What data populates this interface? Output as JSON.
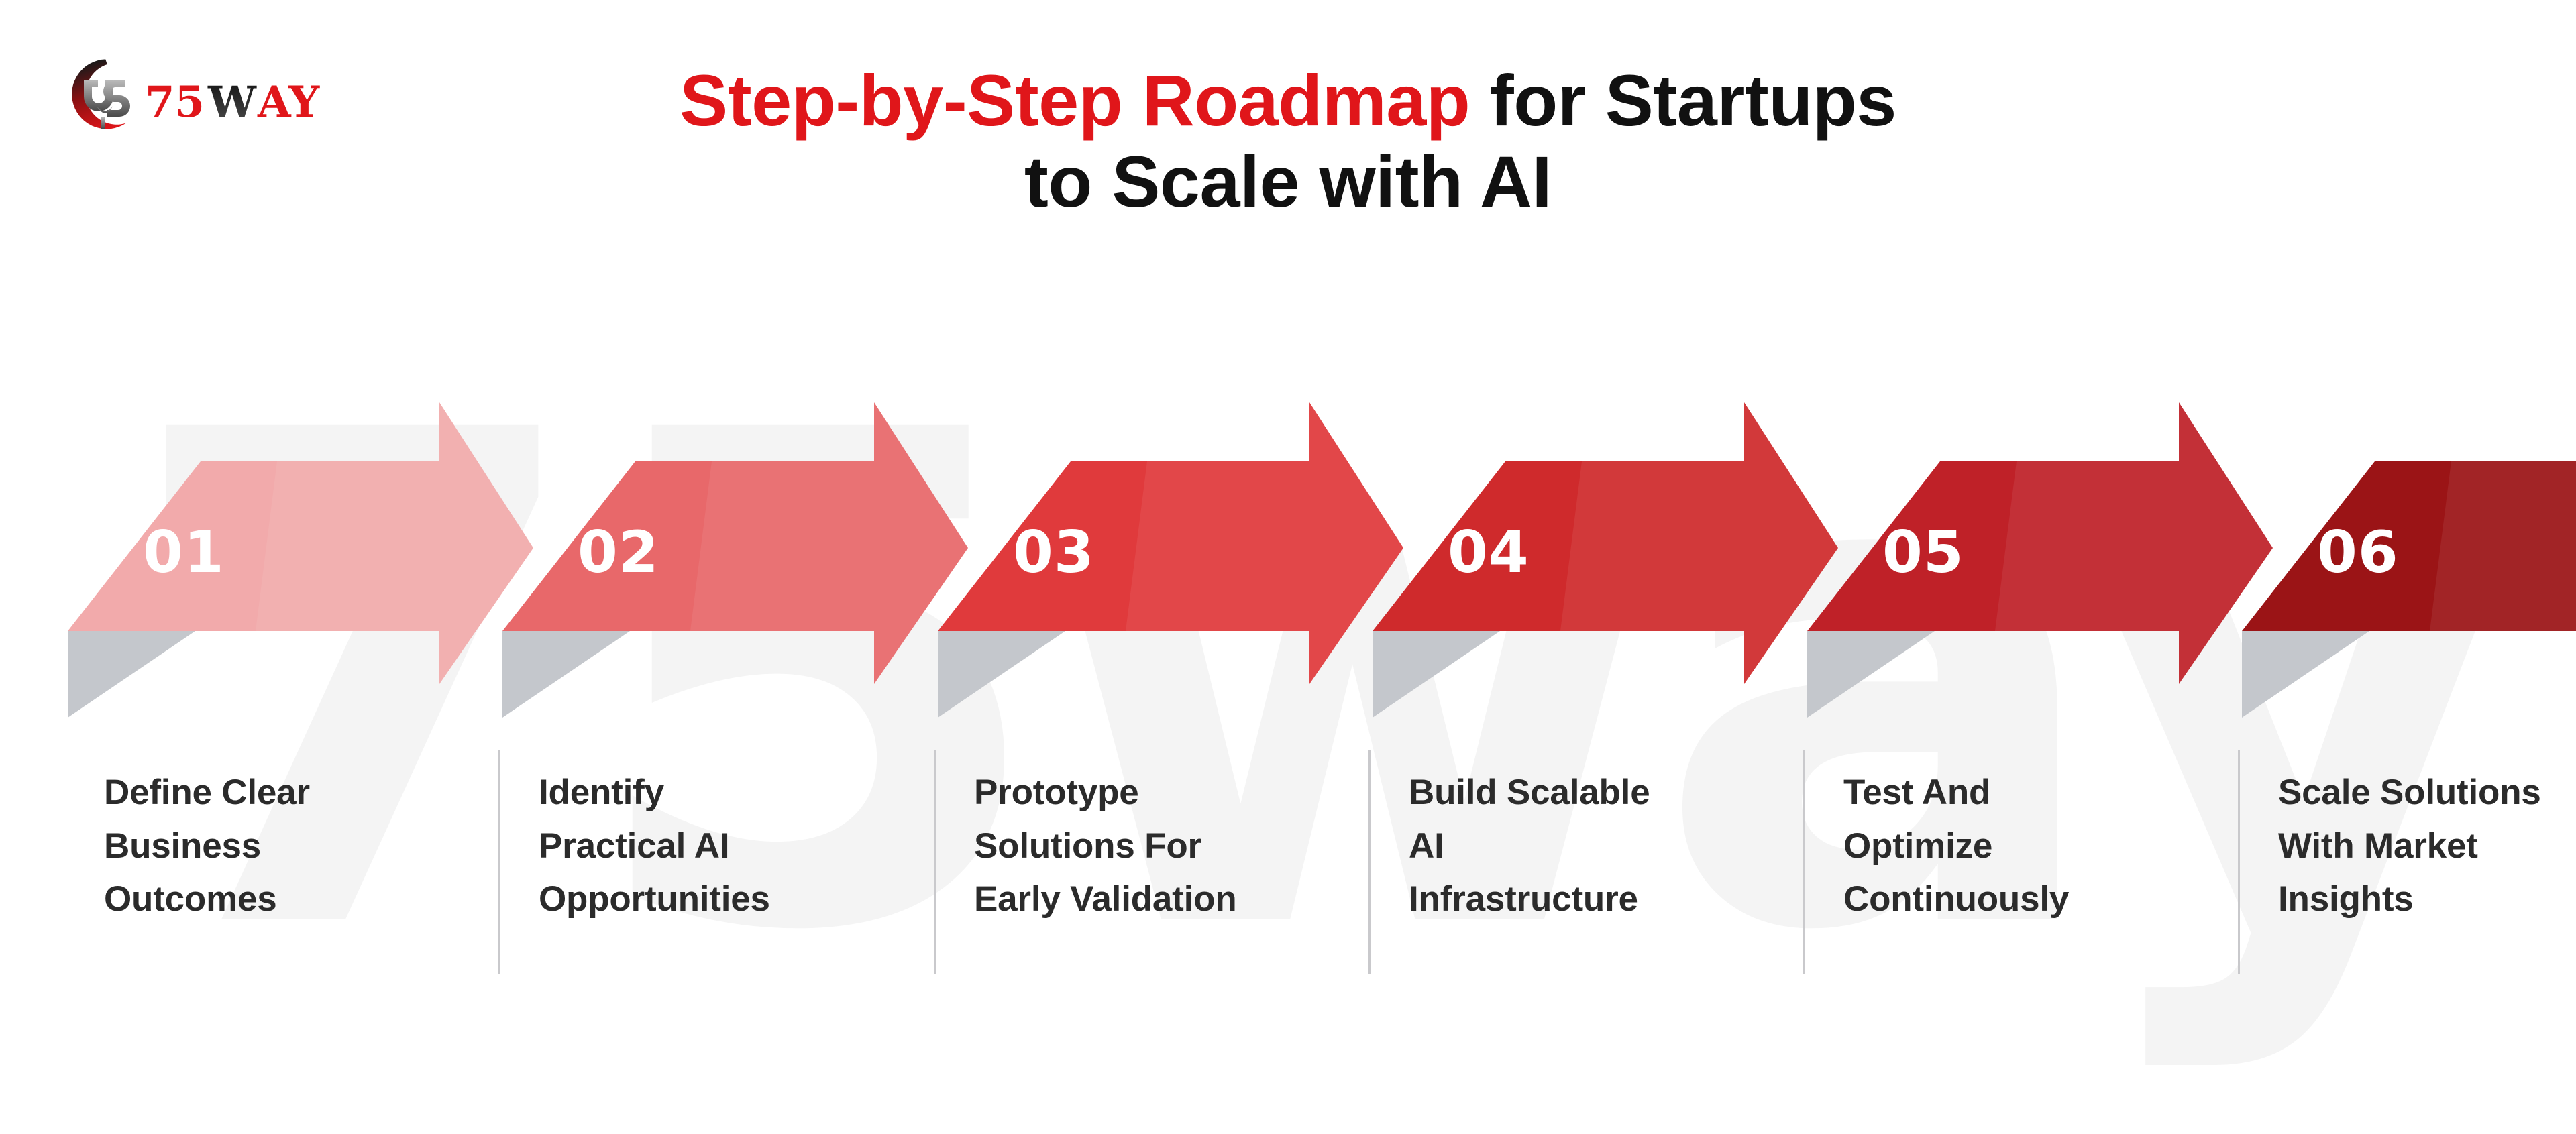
{
  "brand": {
    "logo_text_primary": "75",
    "logo_text_secondary": "W",
    "logo_text_tertiary": "AY",
    "logo_full": "75WAY",
    "watermark_text": "75way"
  },
  "header": {
    "title_line1_accent": "Step-by-Step Roadmap",
    "title_line1_rest": " for Startups",
    "title_line2": "to Scale with AI"
  },
  "colors": {
    "accent_red": "#e0161a",
    "title_dark": "#111111",
    "caption_dark": "#2b2b2b",
    "divider_gray": "#c9c9cc",
    "fold_gray": "#c4c7cc",
    "watermark_gray": "#f4f4f4",
    "step_01": "#f2aaab",
    "step_02": "#e8686a",
    "step_03": "#e03a3c",
    "step_04": "#cf2a2c",
    "step_05": "#bf2128",
    "step_06": "#9b1416"
  },
  "steps": [
    {
      "number": "01",
      "color": "#f2aaab",
      "caption_lines": [
        "Define Clear",
        "Business",
        "Outcomes"
      ],
      "caption": "Define Clear Business Outcomes",
      "has_divider": false
    },
    {
      "number": "02",
      "color": "#e8686a",
      "caption_lines": [
        "Identify",
        "Practical AI",
        "Opportunities"
      ],
      "caption": "Identify Practical AI Opportunities",
      "has_divider": true
    },
    {
      "number": "03",
      "color": "#e03a3c",
      "caption_lines": [
        "Prototype",
        "Solutions For",
        "Early Validation"
      ],
      "caption": "Prototype Solutions For Early Validation",
      "has_divider": true
    },
    {
      "number": "04",
      "color": "#cf2a2c",
      "caption_lines": [
        "Build Scalable",
        "AI",
        "Infrastructure"
      ],
      "caption": "Build Scalable AI Infrastructure",
      "has_divider": true
    },
    {
      "number": "05",
      "color": "#bf2128",
      "caption_lines": [
        "Test And",
        "Optimize",
        "Continuously"
      ],
      "caption": "Test And Optimize Continuously",
      "has_divider": true
    },
    {
      "number": "06",
      "color": "#9b1416",
      "caption_lines": [
        "Scale Solutions",
        "With Market",
        "Insights"
      ],
      "caption": "Scale Solutions With Market Insights",
      "has_divider": true
    }
  ]
}
